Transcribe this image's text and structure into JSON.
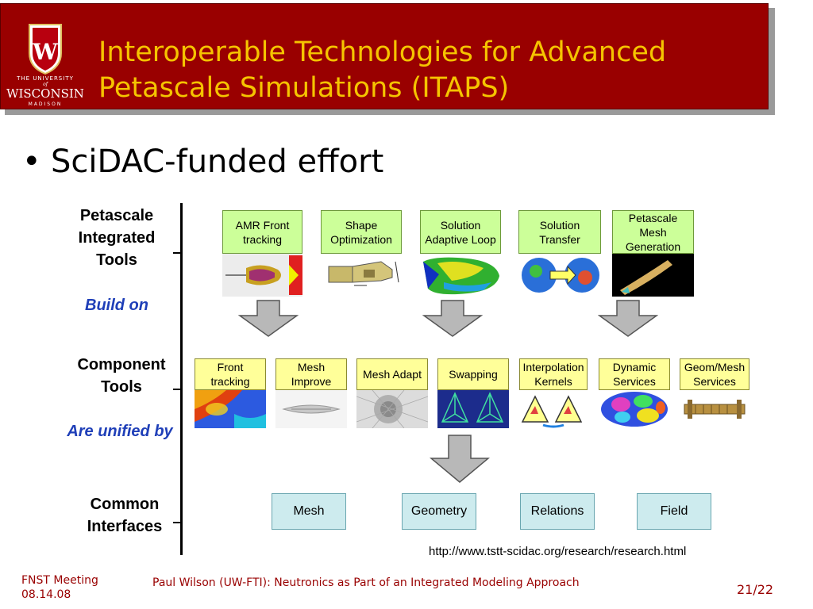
{
  "header": {
    "logo_line1": "THE UNIVERSITY",
    "logo_line2": "of",
    "logo_line3": "WISCONSIN",
    "logo_line4": "MADISON",
    "title": "Interoperable Technologies for Advanced\nPetascale Simulations (ITAPS)"
  },
  "bullet": {
    "text": "SciDAC-funded effort"
  },
  "side_labels": {
    "petascale": "Petascale Integrated Tools",
    "build_on": "Build on",
    "component": "Component Tools",
    "unified": "Are unified by",
    "common": "Common Interfaces"
  },
  "petascale_tools": [
    {
      "label": "AMR Front tracking"
    },
    {
      "label": "Shape Optimization"
    },
    {
      "label": "Solution Adaptive Loop"
    },
    {
      "label": "Solution Transfer"
    },
    {
      "label": "Petascale Mesh Generation"
    }
  ],
  "component_tools": [
    {
      "label": "Front tracking"
    },
    {
      "label": "Mesh Improve"
    },
    {
      "label": "Mesh Adapt"
    },
    {
      "label": "Swapping"
    },
    {
      "label": "Interpolation Kernels"
    },
    {
      "label": "Dynamic Services"
    },
    {
      "label": "Geom/Mesh Services"
    }
  ],
  "interfaces": [
    {
      "label": "Mesh"
    },
    {
      "label": "Geometry"
    },
    {
      "label": "Relations"
    },
    {
      "label": "Field"
    }
  ],
  "url": "http://www.tstt-scidac.org/research/research.html",
  "footer": {
    "meeting": "FNST Meeting",
    "date": "08.14.08",
    "presenter": "Paul Wilson (UW-FTI): Neutronics as Part of an Integrated Modeling Approach",
    "page": "21/22"
  }
}
